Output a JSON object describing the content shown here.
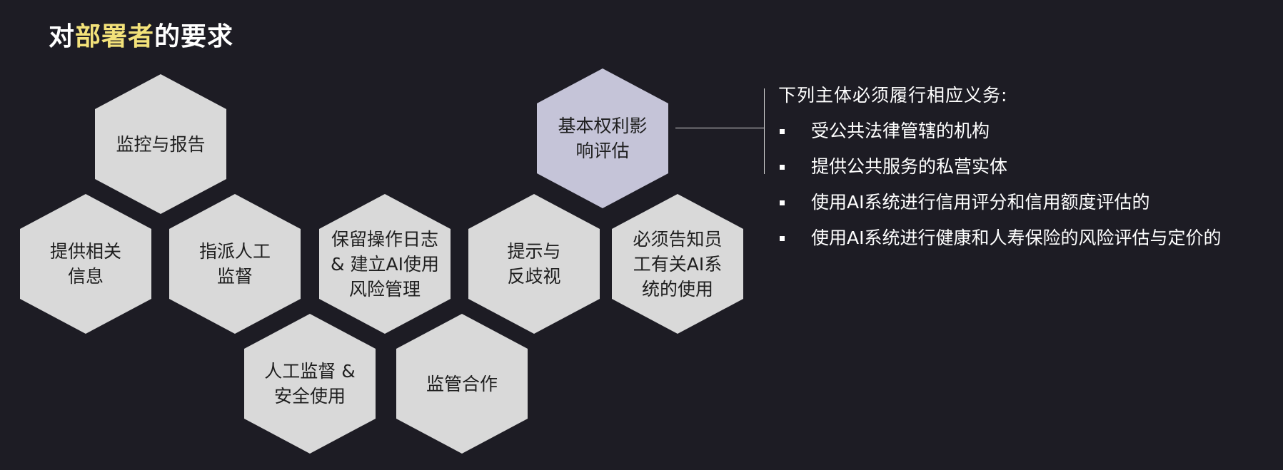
{
  "title": {
    "prefix": "对",
    "highlight": "部署者",
    "suffix": "的要求",
    "highlight_color": "#f3e27a"
  },
  "colors": {
    "background": "#1d1c24",
    "hex_default": "#d9d9d9",
    "hex_highlight": "#c5c4d8"
  },
  "hexagons": [
    {
      "id": "monitor-report",
      "label": "监控与报告",
      "highlight": false
    },
    {
      "id": "provide-info",
      "label": "提供相关\n信息",
      "highlight": false
    },
    {
      "id": "assign-oversight",
      "label": "指派人工\n监督",
      "highlight": false
    },
    {
      "id": "logs-risk",
      "label": "保留操作日志\n& 建立AI使用\n风险管理",
      "highlight": false
    },
    {
      "id": "anti-discrimination",
      "label": "提示与\n反歧视",
      "highlight": false
    },
    {
      "id": "inform-employees",
      "label": "必须告知员\n工有关AI系\n统的使用",
      "highlight": false
    },
    {
      "id": "rights-impact",
      "label": "基本权利影\n响评估",
      "highlight": true
    },
    {
      "id": "human-oversight",
      "label": "人工监督 &\n安全使用",
      "highlight": false
    },
    {
      "id": "regulatory-coop",
      "label": "监管合作",
      "highlight": false
    }
  ],
  "panel": {
    "heading": "下列主体必须履行相应义务:",
    "items": [
      "受公共法律管辖的机构",
      "提供公共服务的私营实体",
      "使用AI系统进行信用评分和信用额度评估的",
      "使用AI系统进行健康和人寿保险的风险评估与定价的"
    ]
  }
}
